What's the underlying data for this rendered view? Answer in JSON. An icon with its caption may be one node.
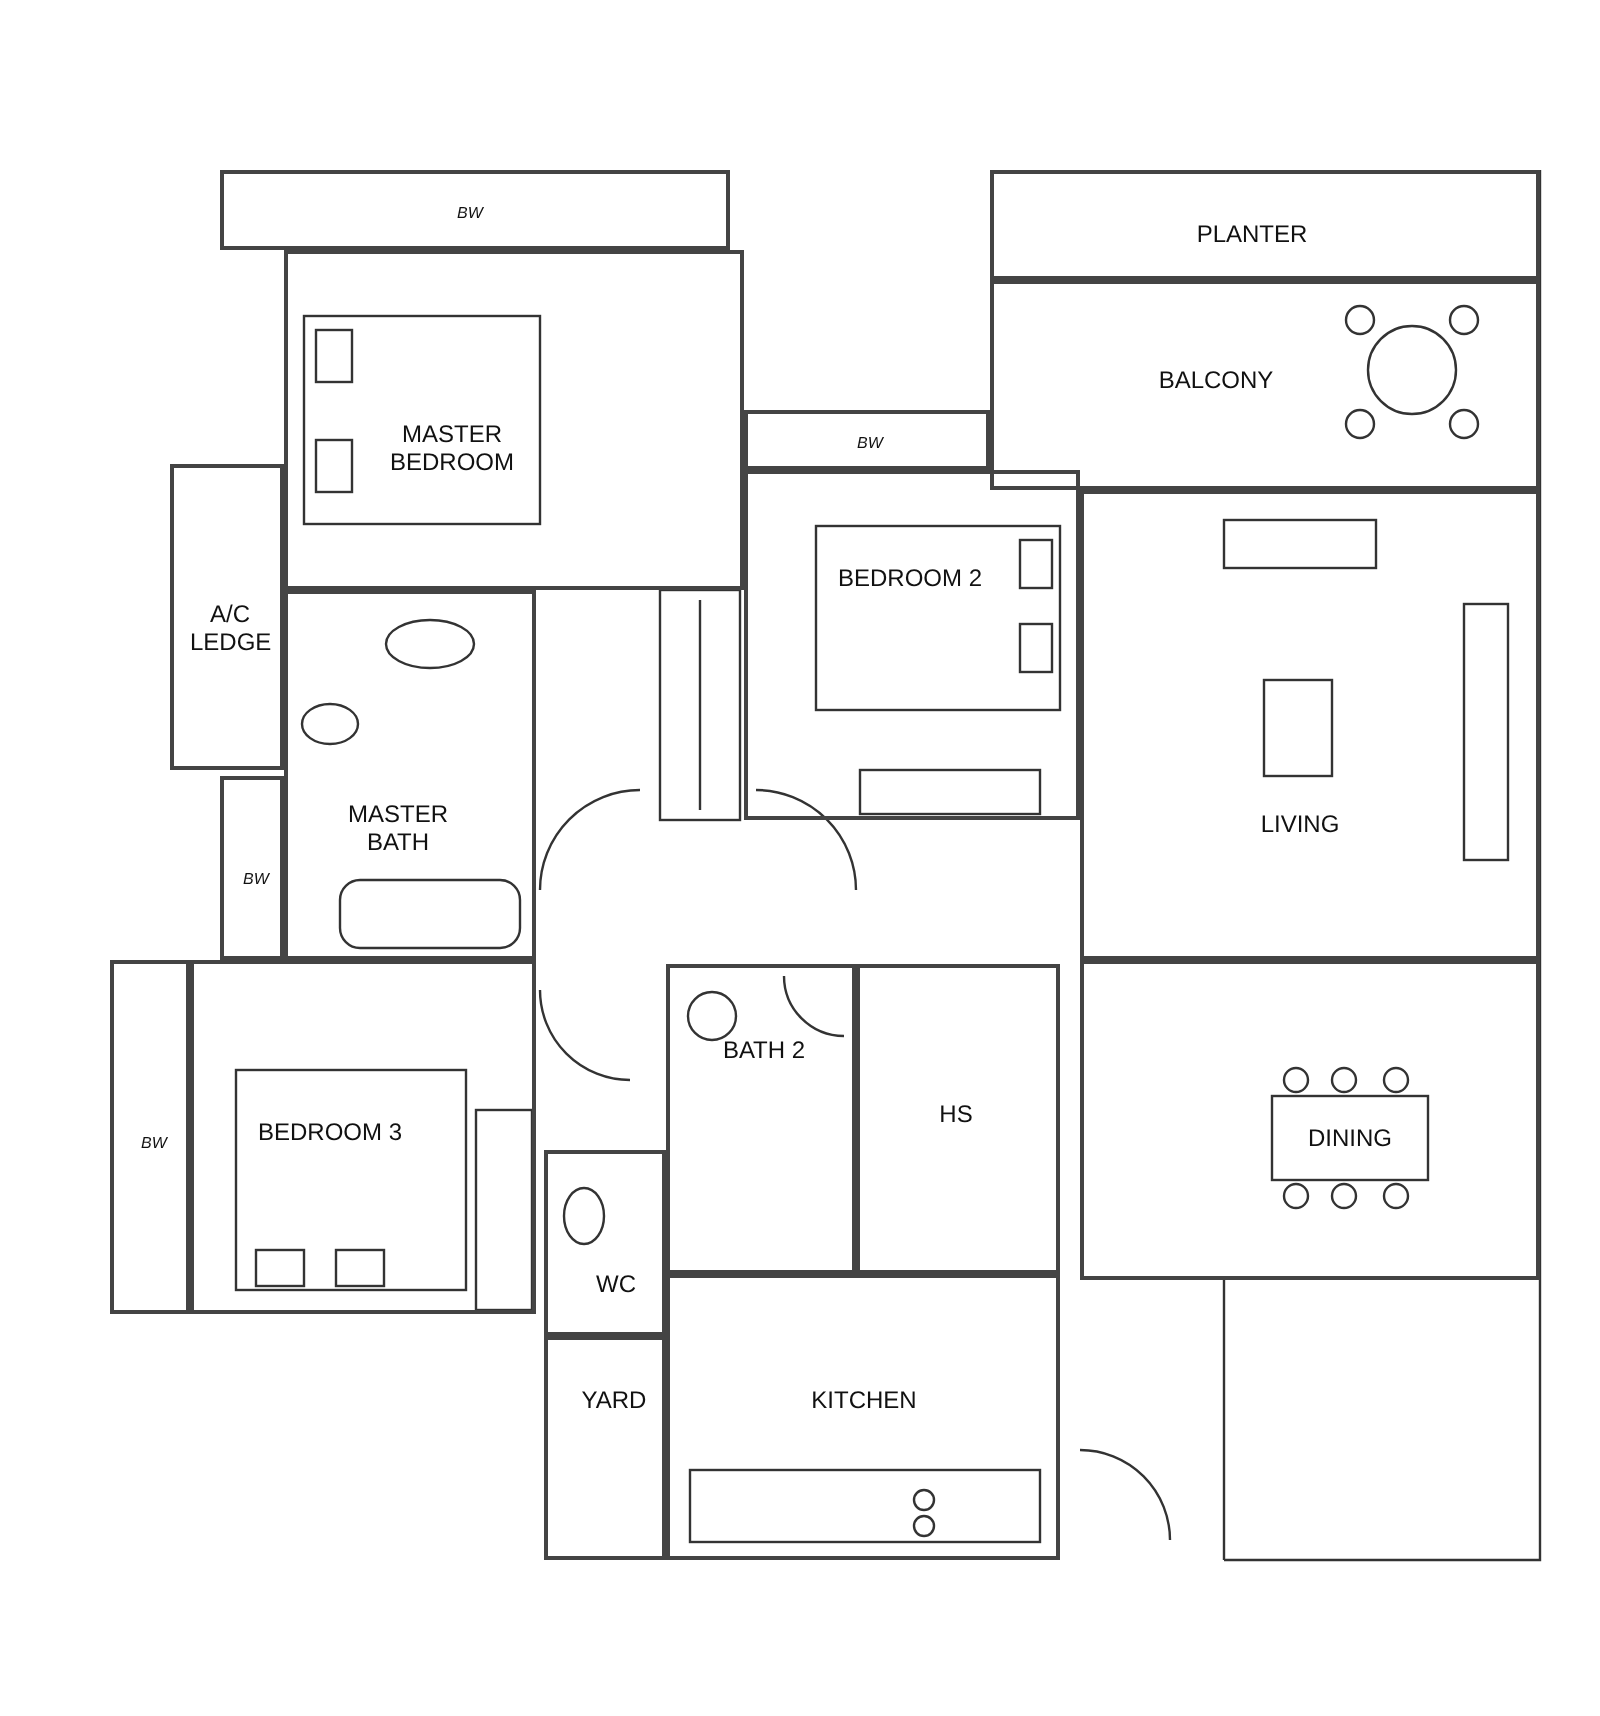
{
  "diagram": {
    "nodes": [
      {
        "text": [
          "BW"
        ]
      },
      {
        "text": [
          "PLANTER"
        ]
      },
      {
        "text": [
          "BALCONY"
        ]
      },
      {
        "text": [
          "MASTER BEDROOM"
        ]
      },
      {
        "text": [
          "BW"
        ]
      },
      {
        "text": [
          "BEDROOM 2"
        ]
      },
      {
        "text": [
          "A/C LEDGE"
        ]
      },
      {
        "text": [
          "LIVING"
        ]
      },
      {
        "text": [
          "MASTER BATH"
        ]
      },
      {
        "text": [
          "BW"
        ]
      },
      {
        "text": [
          "BW"
        ]
      },
      {
        "text": [
          "BEDROOM 3"
        ]
      },
      {
        "text": [
          "BATH 2"
        ]
      },
      {
        "text": [
          "HS"
        ]
      },
      {
        "text": [
          "DINING"
        ]
      },
      {
        "text": [
          "WC"
        ]
      },
      {
        "text": [
          "YARD"
        ]
      },
      {
        "text": [
          "KITCHEN"
        ]
      }
    ]
  }
}
